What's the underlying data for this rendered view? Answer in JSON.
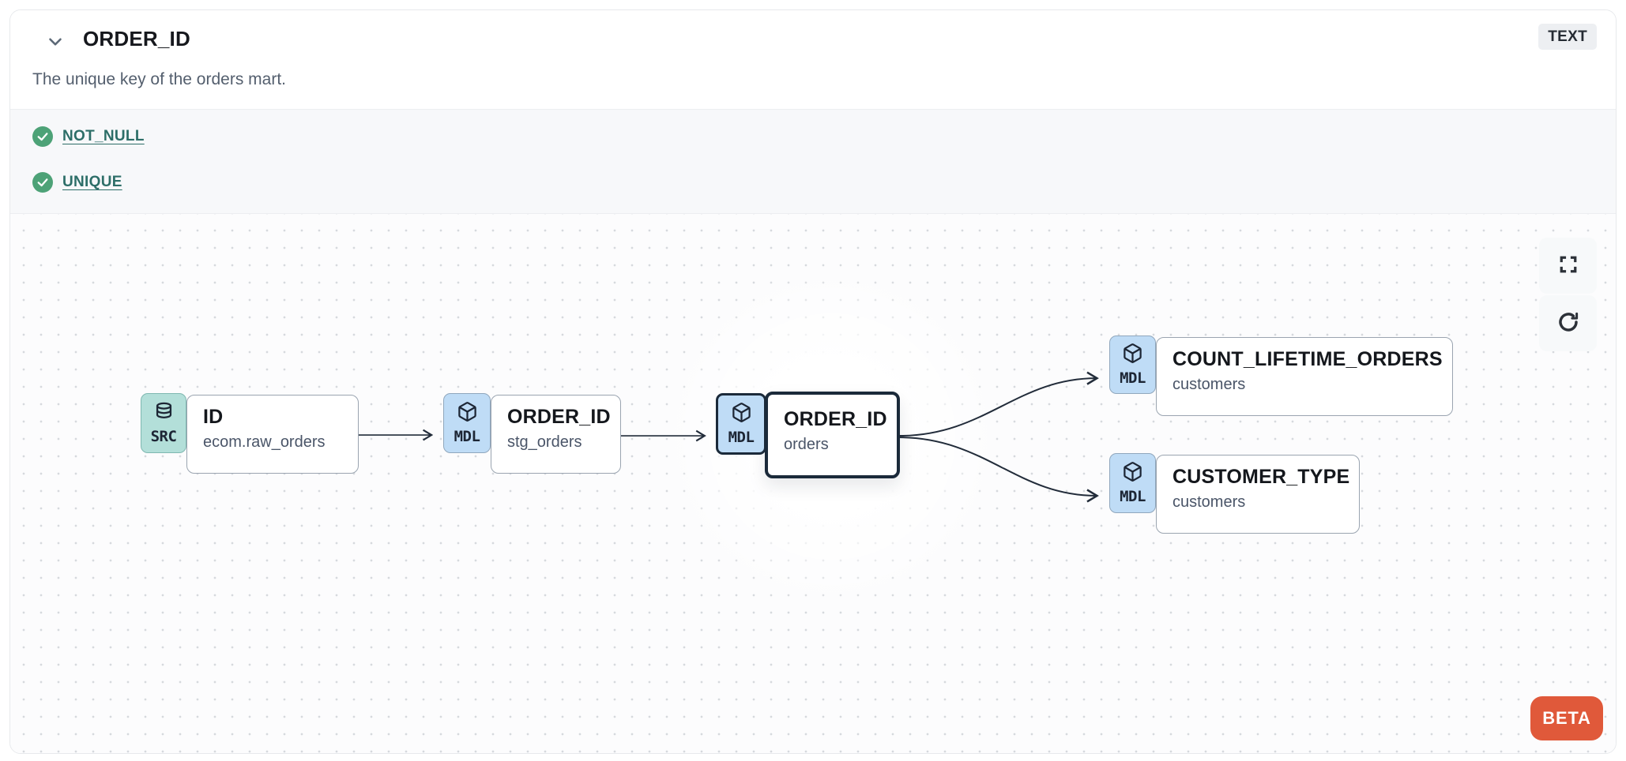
{
  "header": {
    "title": "ORDER_ID",
    "type_badge": "TEXT",
    "description": "The unique key of the orders mart."
  },
  "tests": [
    {
      "label": "NOT_NULL",
      "status": "pass"
    },
    {
      "label": "UNIQUE",
      "status": "pass"
    }
  ],
  "lineage": {
    "nodes": [
      {
        "kind": "SRC",
        "icon": "database-icon",
        "title": "ID",
        "subtitle": "ecom.raw_orders",
        "selected": false
      },
      {
        "kind": "MDL",
        "icon": "cube-icon",
        "title": "ORDER_ID",
        "subtitle": "stg_orders",
        "selected": false
      },
      {
        "kind": "MDL",
        "icon": "cube-icon",
        "title": "ORDER_ID",
        "subtitle": "orders",
        "selected": true
      },
      {
        "kind": "MDL",
        "icon": "cube-icon",
        "title": "COUNT_LIFETIME_ORDERS",
        "subtitle": "customers",
        "selected": false
      },
      {
        "kind": "MDL",
        "icon": "cube-icon",
        "title": "CUSTOMER_TYPE",
        "subtitle": "customers",
        "selected": false
      }
    ],
    "edges": [
      {
        "from": 0,
        "to": 1
      },
      {
        "from": 1,
        "to": 2
      },
      {
        "from": 2,
        "to": 3
      },
      {
        "from": 2,
        "to": 4
      }
    ]
  },
  "canvas": {
    "beta_label": "BETA",
    "controls": [
      {
        "icon": "fullscreen-icon"
      },
      {
        "icon": "refresh-icon"
      }
    ]
  },
  "icons": {
    "collapse": "chevron-down-icon",
    "test_pass": "check-circle-icon"
  },
  "colors": {
    "accent_beta": "#e0593a",
    "test_green": "#4da277",
    "test_link": "#2d6e68",
    "badge_src": "#b3dfd9",
    "badge_mdl": "#bfdcf6",
    "node_border": "#9aa4b0",
    "selected": "#1b2a3a",
    "edge": "#222c3a",
    "text_primary": "#16181d",
    "text_secondary": "#4a5568",
    "dot": "#d6d9dd",
    "tests_bg": "#f7f8fa"
  }
}
